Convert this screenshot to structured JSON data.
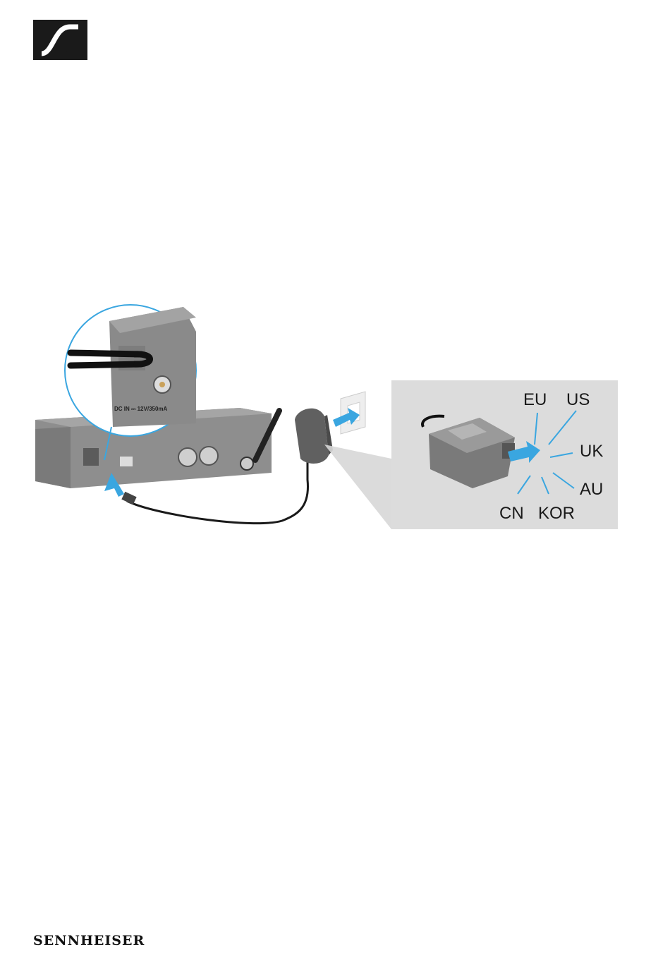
{
  "brand": {
    "wordmark": "SENNHEISER"
  },
  "illustration": {
    "dc_in_label": "DC IN ⎓ 12V/350mA",
    "regions": [
      "EU",
      "US",
      "UK",
      "AU",
      "CN",
      "KOR"
    ]
  },
  "colors": {
    "arrow_blue": "#3aa6e0",
    "adapter_gray": "#6b6b6b",
    "inset_bg": "#dcdcdc"
  }
}
